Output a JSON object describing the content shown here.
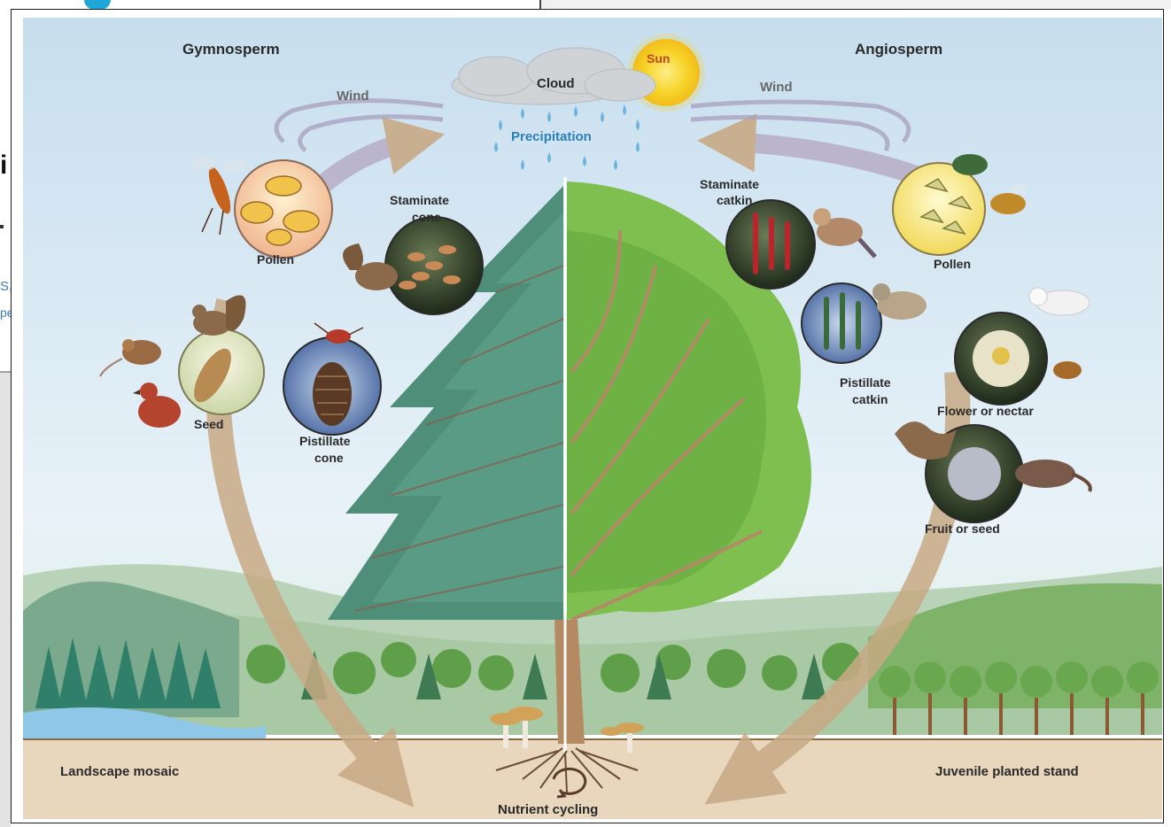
{
  "left_fragment": {
    "glyph_1": "i",
    "glyph_2": "S,",
    "glyph_3": "pe"
  },
  "titles": {
    "left": "Gymnosperm",
    "right": "Angiosperm"
  },
  "sky": {
    "sun": "Sun",
    "cloud": "Cloud",
    "precipitation": "Precipitation",
    "wind_left": "Wind",
    "wind_right": "Wind"
  },
  "gymnosperm_labels": {
    "pollen": "Pollen",
    "seed": "Seed",
    "staminate_cone_1": "Staminate",
    "staminate_cone_2": "cone",
    "pistillate_cone_1": "Pistillate",
    "pistillate_cone_2": "cone"
  },
  "angiosperm_labels": {
    "staminate_catkin_1": "Staminate",
    "staminate_catkin_2": "catkin",
    "pistillate_catkin_1": "Pistillate",
    "pistillate_catkin_2": "catkin",
    "pollen": "Pollen",
    "flower": "Flower or nectar",
    "fruit": "Fruit or seed"
  },
  "ground": {
    "landscape": "Landscape mosaic",
    "juvenile": "Juvenile planted stand",
    "nutrient": "Nutrient cycling"
  },
  "colors": {
    "sky_top": "#cfe3f0",
    "sky_bottom": "#eef5fa",
    "ground": "#c9a67c",
    "arrow": "#c8aa85",
    "conifer": "#4f8f7a",
    "broadleaf": "#7fbf4f",
    "sun": "#f7d52a",
    "cloud": "#cfd3d6",
    "water": "#6fb4dd"
  }
}
